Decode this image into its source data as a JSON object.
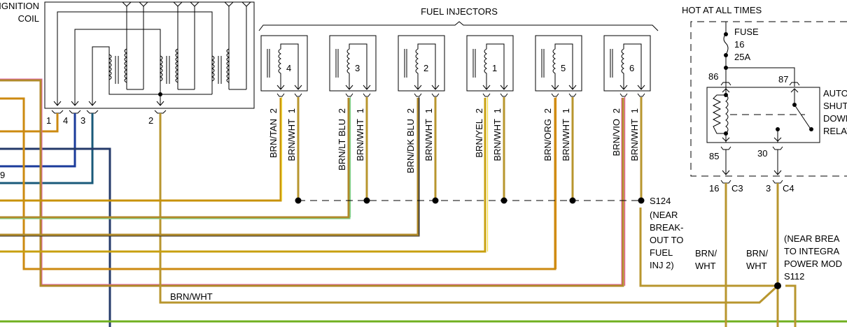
{
  "ignition_coil": {
    "label_line1": "IGNITION",
    "label_line2": "COIL",
    "pins": [
      "1",
      "4",
      "3",
      "2"
    ]
  },
  "fuel_injectors": {
    "title": "FUEL INJECTORS",
    "injectors": [
      {
        "number": "4",
        "pin2": "2",
        "pin1": "1",
        "wire2": "BRN/TAN",
        "wire1": "BRN/WHT",
        "color2": "#c8920a",
        "stripe2": "#f4e04a"
      },
      {
        "number": "3",
        "pin2": "2",
        "pin1": "1",
        "wire2": "BRN/LT BLU",
        "wire1": "BRN/WHT",
        "color2": "#b08a2a",
        "stripe2": "#7fd08a"
      },
      {
        "number": "2",
        "pin2": "2",
        "pin1": "1",
        "wire2": "BRN/DK BLU",
        "wire1": "BRN/WHT",
        "color2": "#b08a2a",
        "stripe2": "#333333"
      },
      {
        "number": "1",
        "pin2": "2",
        "pin1": "1",
        "wire2": "BRN/YEL",
        "wire1": "BRN/WHT",
        "color2": "#c8a010",
        "stripe2": "#f4e04a"
      },
      {
        "number": "5",
        "pin2": "2",
        "pin1": "1",
        "wire2": "BRN/ORG",
        "wire1": "BRN/WHT",
        "color2": "#c8820a",
        "stripe2": "#d9901a"
      },
      {
        "number": "6",
        "pin2": "2",
        "pin1": "1",
        "wire2": "BRN/VIO",
        "wire1": "BRN/WHT",
        "color2": "#b08a2a",
        "stripe2": "#e05080"
      }
    ]
  },
  "splices": {
    "s124_label": "S124",
    "s124_note": [
      "(NEAR",
      "BREAK-",
      "OUT TO",
      "FUEL",
      "INJ 2)"
    ],
    "s112_label": "S112",
    "s112_note": [
      "(NEAR BREA",
      "TO INTEGRA",
      "POWER MOD"
    ]
  },
  "relay": {
    "header": "HOT AT ALL TIMES",
    "fuse_label": "FUSE",
    "fuse_number": "16",
    "fuse_rating": "25A",
    "pins": {
      "p86": "86",
      "p87": "87",
      "p85": "85",
      "p30": "30"
    },
    "name_lines": [
      "AUTO",
      "SHUT",
      "DOWN",
      "RELAY"
    ],
    "connectors": [
      {
        "pin": "16",
        "connector": "C3"
      },
      {
        "pin": "3",
        "connector": "C4"
      }
    ]
  },
  "wire_labels": {
    "brn_wht_bottom": "BRN/WHT",
    "brn_wht_left_l1": "BRN/",
    "brn_wht_left_l2": "WHT",
    "brn_wht_right_l1": "BRN/",
    "brn_wht_right_l2": "WHT",
    "edge_number": "9"
  },
  "colors": {
    "brn_wht": "#b8962e",
    "brn_tan": "#c8920a",
    "orange": "#cc8a10",
    "pink": "#e0607a",
    "dark_blue": "#243a6a",
    "blue": "#1a3a9a",
    "teal": "#1a5a7a",
    "green": "#70b020"
  }
}
